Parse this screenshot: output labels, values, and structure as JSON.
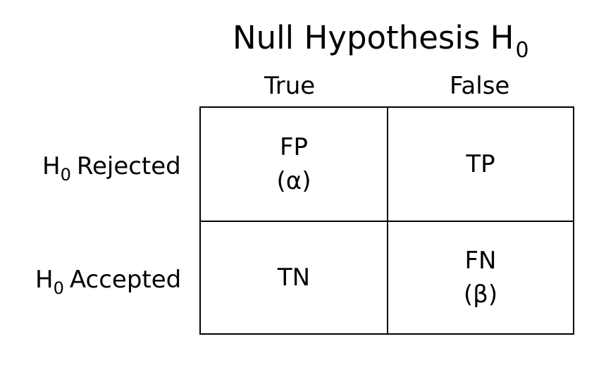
{
  "title": {
    "text": "Null Hypothesis H",
    "subscript": "0"
  },
  "columns": [
    "True",
    "False"
  ],
  "rows": [
    {
      "symbol": "H",
      "subscript": "0",
      "label": "Rejected"
    },
    {
      "symbol": "H",
      "subscript": "0",
      "label": "Accepted"
    }
  ],
  "cells": {
    "rejected_true": {
      "label": "FP",
      "sub": "(α)"
    },
    "rejected_false": {
      "label": "TP"
    },
    "accepted_true": {
      "label": "TN"
    },
    "accepted_false": {
      "label": "FN",
      "sub": "(β)"
    }
  }
}
